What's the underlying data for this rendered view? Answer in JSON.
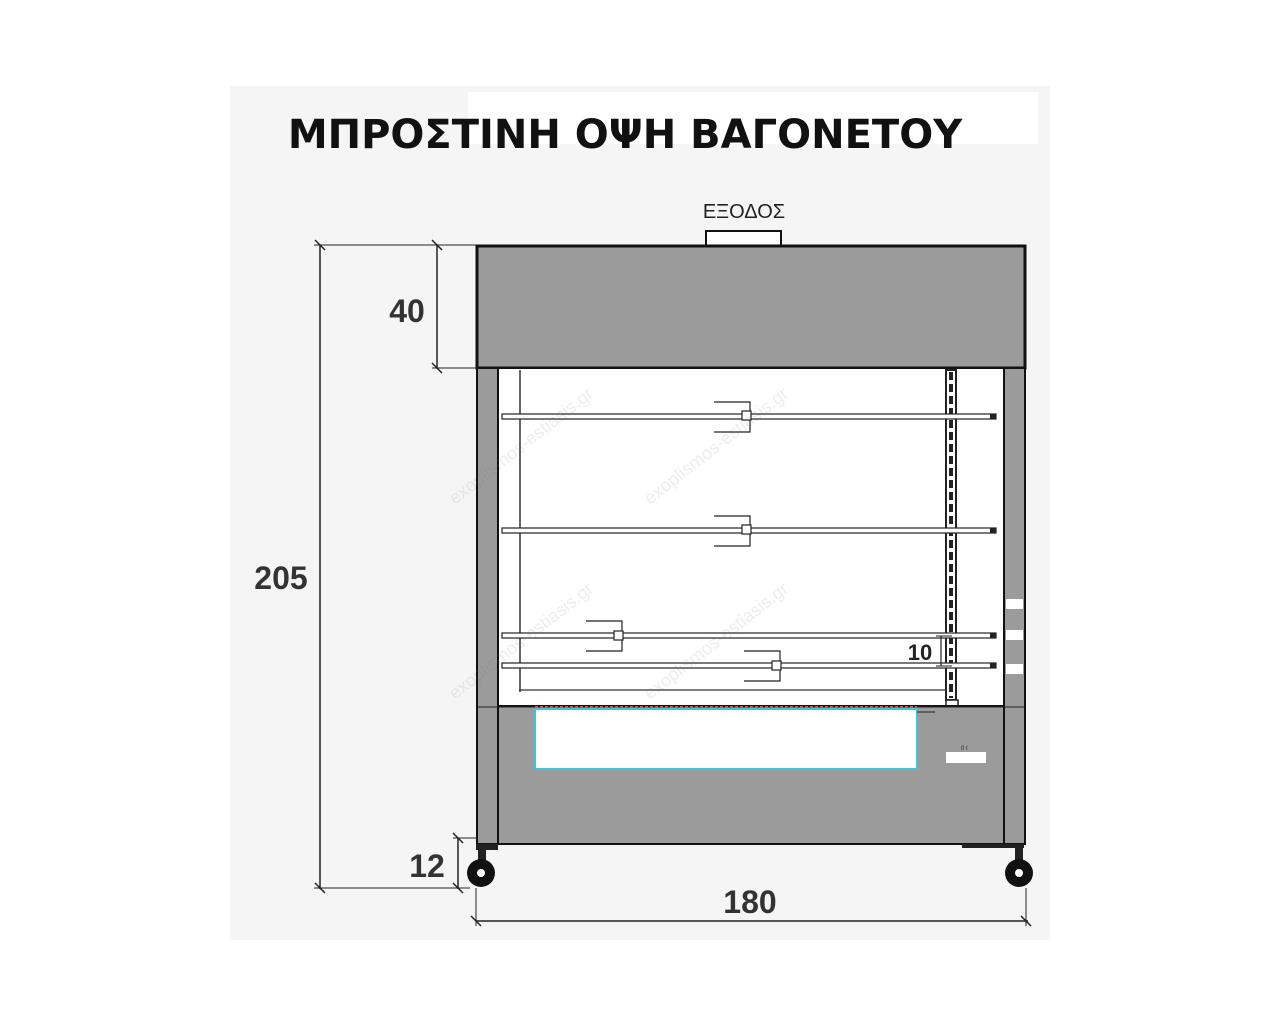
{
  "title": "ΜΠΡΟΣΤΙΝΗ ΟΨΗ ΒΑΓΟΝΕΤΟΥ",
  "exit_label": "ΕΞΟΔΟΣ",
  "dimensions": {
    "total_height": "205",
    "hood_height": "40",
    "wheel_height": "12",
    "width": "180",
    "spit_spacing": "10"
  },
  "watermark": "exoplismos-estiasis.gr",
  "colors": {
    "body_gray": "#9b9b9b",
    "outline": "#111111",
    "cabinet_glass": "#ffffff",
    "drawer_edge": "#39c7d6",
    "heater_line": "#d9534f",
    "background_panel": "#f4f4f4"
  }
}
